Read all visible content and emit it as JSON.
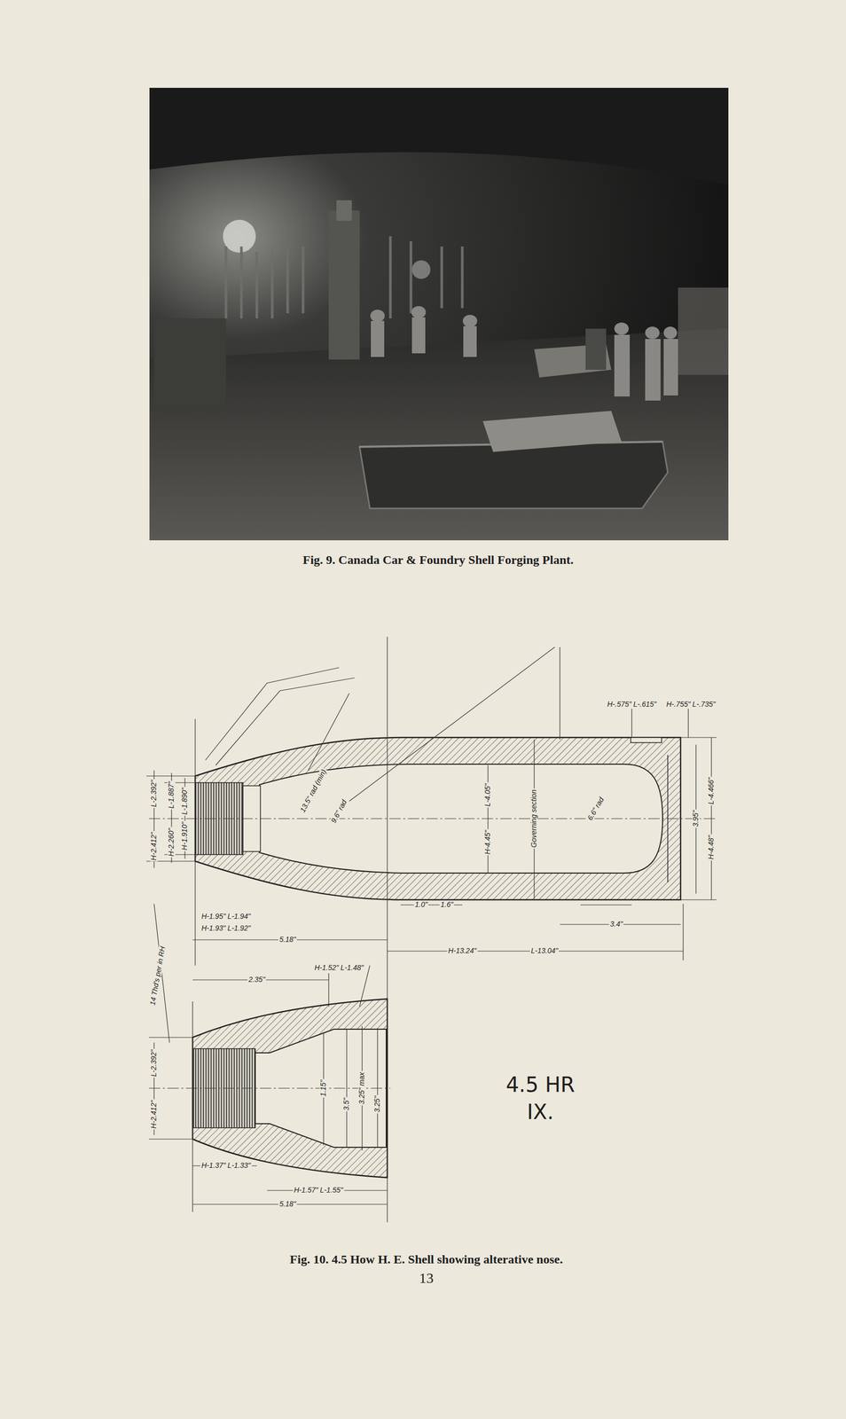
{
  "diagram": {
    "labels": [
      "Fig. 9. Canada Car & Foundry Shell Forging Plant.",
      "Fig. 10. 4.5 How H. E. Shell showing alterative nose.",
      "13",
      "4.5 HR",
      "IX.",
      "L-2.392\"",
      "H-2.412\"",
      "H-2.260\"",
      "L-1.887\"",
      "H-1.910\"",
      "L-1.890\"",
      "H-1.95\" L-1.94\"",
      "H-1.93\" L-1.92\"",
      "5.18\"",
      "H-13.24\"",
      "L-13.04\"",
      "1.0\"",
      "1.6\"",
      "3.4\"",
      "Governing section",
      "6.6\" rad",
      "L-4.05\"",
      "H-4.45\"",
      "3.95\"",
      "L-4.466\"",
      "H-4.48\"",
      "H-.575\" L-.615\"",
      "H-.755\" L-.735\"",
      "13.5\" rad (min)",
      "9.6\" rad",
      "14 Thd's per in RH",
      "L-2.392\"",
      "H-2.412\"",
      "2.35\"",
      "H-1.52\" L-1.48\"",
      "1.15\"",
      "3.5\"",
      "3.25\" max",
      "3.25\"",
      "H-1.37\" L-1.33\"",
      "H-1.57\" L-1.55\"",
      "5.18\""
    ]
  }
}
